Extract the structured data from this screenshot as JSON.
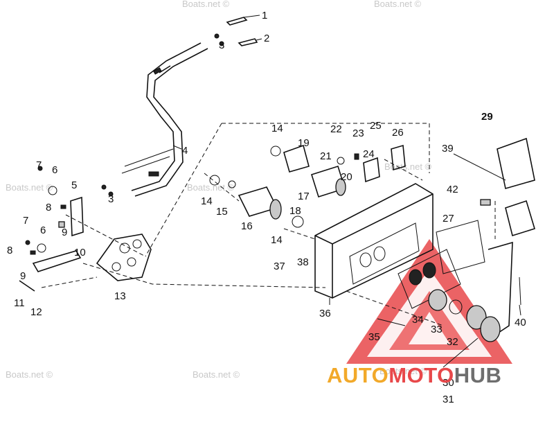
{
  "watermark": {
    "text": "Boats.net ©"
  },
  "callouts": [
    "1",
    "2",
    "3",
    "3",
    "4",
    "5",
    "6",
    "6",
    "7",
    "7",
    "8",
    "8",
    "9",
    "9",
    "10",
    "11",
    "12",
    "13",
    "14",
    "14",
    "14",
    "15",
    "16",
    "17",
    "18",
    "19",
    "20",
    "21",
    "22",
    "23",
    "24",
    "25",
    "26",
    "27",
    "29",
    "30",
    "31",
    "32",
    "33",
    "34",
    "35",
    "36",
    "37",
    "38",
    "39",
    "40",
    "42"
  ],
  "logo": {
    "part1": "AUTO",
    "part2": "MOTO",
    "part3": "HUB",
    "colors": {
      "auto": "#f2a92a",
      "moto": "#e8484a",
      "hub": "#6e6e6e",
      "triangle": "#e8484a"
    }
  }
}
